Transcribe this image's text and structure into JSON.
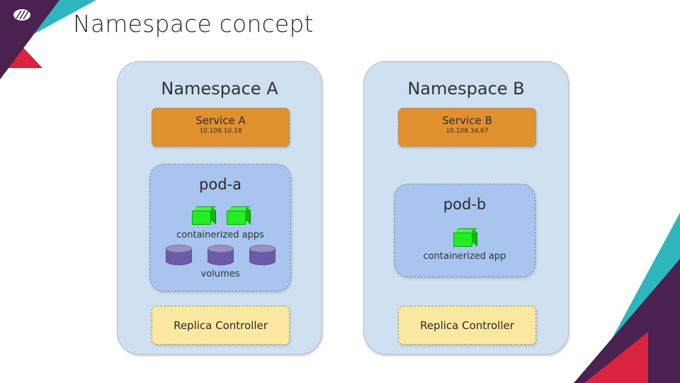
{
  "slide": {
    "title": "Namespace concept",
    "background": "#FFFFFF",
    "logo_name": "company-logo"
  },
  "decor": {
    "purple": "#4A2150",
    "teal": "#2EB6BD",
    "crimson": "#D9233F"
  },
  "palette": {
    "namespace_fill": "#CFE0F0",
    "pod_fill": "#A8C4EF",
    "service_fill": "#E0912E",
    "controller_fill": "#FCE8A0",
    "container_green": "#22EE22",
    "volume_purple": "#6A5AA8"
  },
  "namespaces": [
    {
      "title": "Namespace A",
      "service": {
        "name": "Service A",
        "ip": "10.108.10.18"
      },
      "pod": {
        "title": "pod-a",
        "containers_caption": "containerized apps",
        "container_count": 2,
        "volumes_caption": "volumes",
        "volume_count": 3
      },
      "controller": {
        "label": "Replica Controller"
      }
    },
    {
      "title": "Namespace B",
      "service": {
        "name": "Service B",
        "ip": "10.108.34.67"
      },
      "pod": {
        "title": "pod-b",
        "containers_caption": "containerized app",
        "container_count": 1,
        "volumes_caption": "",
        "volume_count": 0
      },
      "controller": {
        "label": "Replica Controller"
      }
    }
  ]
}
